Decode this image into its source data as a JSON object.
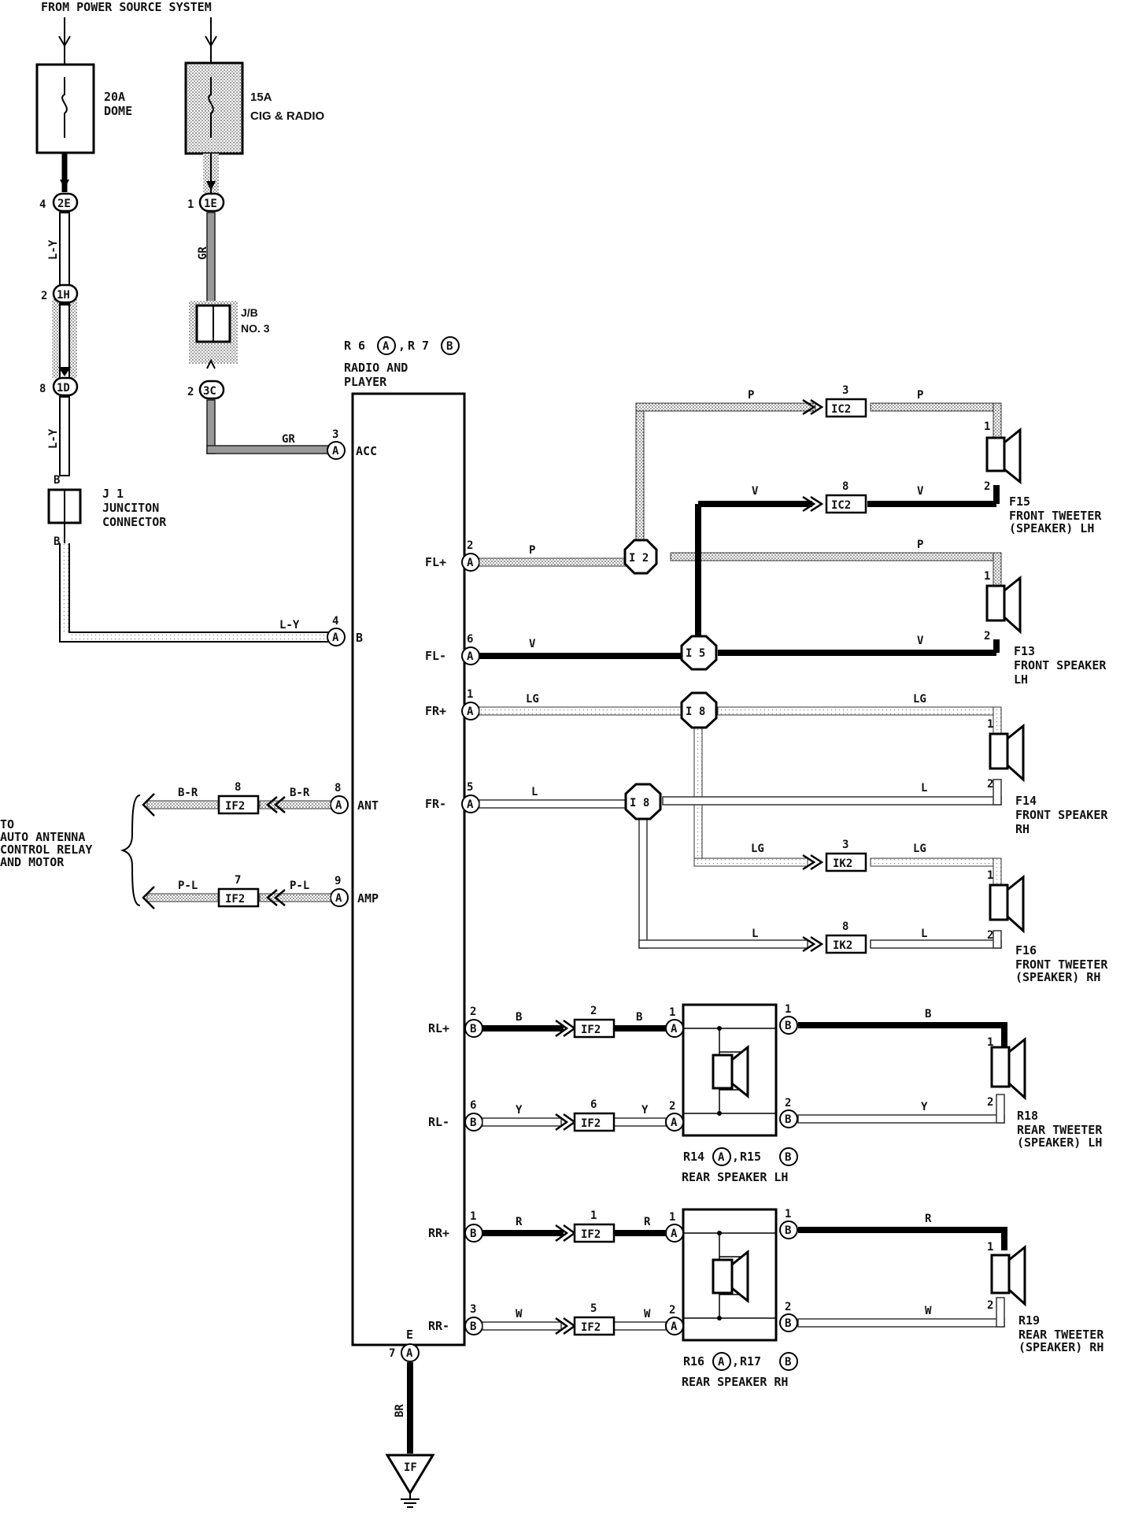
{
  "header": {
    "source": "FROM POWER SOURCE SYSTEM"
  },
  "fuses": [
    {
      "rating": "20A",
      "name": "DOME"
    },
    {
      "rating": "15A",
      "name": "CIG & RADIO"
    }
  ],
  "connectors": {
    "c2E": {
      "code": "2E",
      "pin": "4"
    },
    "c1E": {
      "code": "1E",
      "pin": "1"
    },
    "c1H": {
      "code": "1H",
      "pin": "2"
    },
    "c1D": {
      "code": "1D",
      "pin": "8"
    },
    "c3C": {
      "code": "3C",
      "pin": "2"
    }
  },
  "jb": {
    "name": "J/B",
    "num": "NO. 3"
  },
  "j1": {
    "id": "J 1",
    "line1": "JUNCITON",
    "line2": "CONNECTOR",
    "top": "B",
    "bottom": "B"
  },
  "radio": {
    "ref_a": "R 6",
    "ref_b": "R 7",
    "sep": ",",
    "line1": "RADIO AND",
    "line2": "PLAYER",
    "pins": {
      "acc": {
        "label": "ACC",
        "num": "3"
      },
      "b": {
        "label": "B",
        "num": "4"
      },
      "fl_plus": {
        "label": "FL+",
        "num": "2"
      },
      "fl_minus": {
        "label": "FL-",
        "num": "6"
      },
      "fr_plus": {
        "label": "FR+",
        "num": "1"
      },
      "fr_minus": {
        "label": "FR-",
        "num": "5"
      },
      "ant": {
        "label": "ANT",
        "num": "8"
      },
      "amp": {
        "label": "AMP",
        "num": "9"
      },
      "rl_plus": {
        "label": "RL+",
        "num": "2"
      },
      "rl_minus": {
        "label": "RL-",
        "num": "6"
      },
      "rr_plus": {
        "label": "RR+",
        "num": "1"
      },
      "rr_minus": {
        "label": "RR-",
        "num": "3"
      },
      "e": {
        "label": "E",
        "num": "7"
      }
    }
  },
  "letters": {
    "a": "A",
    "b": "B"
  },
  "wires": {
    "ly": "L-Y",
    "gr": "GR",
    "p": "P",
    "v": "V",
    "lg": "LG",
    "l": "L",
    "br_ant": "B-R",
    "pl": "P-L",
    "b": "B",
    "y": "Y",
    "r": "R",
    "w": "W",
    "br": "BR"
  },
  "junctions": {
    "i2": "I 2",
    "i5": "I 5",
    "i8a": "I 8",
    "i8b": "I 8"
  },
  "conn_boxes": {
    "ic2": "IC2",
    "ik2": "IK2",
    "if2": "IF2",
    "ic2_p": "3",
    "ic2_v": "8",
    "ik2_lg": "3",
    "ik2_l": "8",
    "if2_br": "8",
    "if2_pl": "7",
    "if2_b": "2",
    "if2_y": "6",
    "if2_r": "1",
    "if2_w": "5"
  },
  "antenna": {
    "line1": "TO",
    "line2": "AUTO ANTENNA",
    "line3": "CONTROL RELAY",
    "line4": "AND MOTOR"
  },
  "speakers": {
    "f15": {
      "id": "F15",
      "line1": "FRONT TWEETER",
      "line2": "(SPEAKER) LH"
    },
    "f13": {
      "id": "F13",
      "line1": "FRONT SPEAKER",
      "line2": "LH"
    },
    "f14": {
      "id": "F14",
      "line1": "FRONT SPEAKER",
      "line2": "RH"
    },
    "f16": {
      "id": "F16",
      "line1": "FRONT TWEETER",
      "line2": "(SPEAKER) RH"
    },
    "r18": {
      "id": "R18",
      "line1": "REAR TWEETER",
      "line2": "(SPEAKER) LH"
    },
    "r19": {
      "id": "R19",
      "line1": "REAR TWEETER",
      "line2": "(SPEAKER) RH"
    },
    "rear_lh": {
      "ref_a": "R14",
      "ref_b": "R15",
      "sep": ",",
      "name": "REAR SPEAKER LH"
    },
    "rear_rh": {
      "ref_a": "R16",
      "ref_b": "R17",
      "sep": ",",
      "name": "REAR SPEAKER RH"
    }
  },
  "pin_numbers": {
    "one": "1",
    "two": "2"
  },
  "ground": {
    "label": "IF"
  }
}
